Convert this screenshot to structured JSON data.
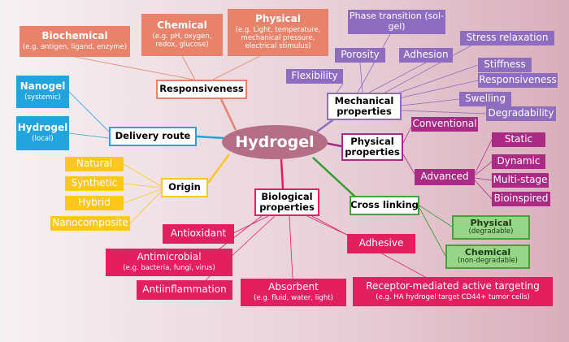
{
  "center": "Hydrogel",
  "categories": {
    "responsiveness": "Responsiveness",
    "delivery_route": "Delivery route",
    "origin": "Origin",
    "mechanical": "Mechanical properties",
    "physical": "Physical properties",
    "biological": "Biological properties",
    "cross_linking": "Cross linking"
  },
  "responsiveness": {
    "biochemical": {
      "label": "Biochemical",
      "desc": "(e.g. antigen, ligand, enzyme)"
    },
    "chemical": {
      "label": "Chemical",
      "desc": "(e.g. pH, oxygen, redox, glucose)"
    },
    "physical": {
      "label": "Physical",
      "desc": "(e.g. Light, temperature, mechanical pressure, electrical stimulus)"
    }
  },
  "delivery": {
    "nanogel": {
      "label": "Nanogel",
      "desc": "(systemic)"
    },
    "hydrogel": {
      "label": "Hydrogel",
      "desc": "(local)"
    }
  },
  "origin_items": [
    "Natural",
    "Synthetic",
    "Hybrid",
    "Nanocomposite"
  ],
  "mechanical_items": {
    "phase_transition": "Phase transition (sol-gel)",
    "porosity": "Porosity",
    "adhesion": "Adhesion",
    "stress_relaxation": "Stress relaxation",
    "stiffness": "Stiffness",
    "responsiveness": "Responsiveness",
    "flexibility": "Flexibility",
    "swelling": "Swelling",
    "degradability": "Degradability"
  },
  "physical_props": {
    "conventional": "Conventional",
    "advanced": "Advanced",
    "advanced_items": [
      "Static",
      "Dynamic",
      "Multi-stage",
      "Bioinspired"
    ]
  },
  "cross_linking_items": {
    "physical": {
      "label": "Physical",
      "desc": "(degradable)"
    },
    "chemical": {
      "label": "Chemical",
      "desc": "(non-degradable)"
    }
  },
  "biological_items": {
    "antioxidant": "Antioxidant",
    "adhesive": "Adhesive",
    "antimicrobial": {
      "label": "Antimicrobial",
      "desc": "(e.g. bacteria, fungi, virus)"
    },
    "antiinflammation": "Antiinflammation",
    "absorbent": {
      "label": "Absorbent",
      "desc": "(e.g. fluid, water, light)"
    },
    "receptor": {
      "label": "Receptor-mediated active targeting",
      "desc": "(e.g. HA hydrogel target CD44+ tumor cells)"
    }
  },
  "colors": {
    "responsiveness": "#e9826a",
    "mechanical": "#8e6cc0",
    "delivery": "#22a5df",
    "origin": "#ffc61e",
    "physical": "#ab2a86",
    "biological": "#e41f5f",
    "cross_linking": "#97d689"
  }
}
